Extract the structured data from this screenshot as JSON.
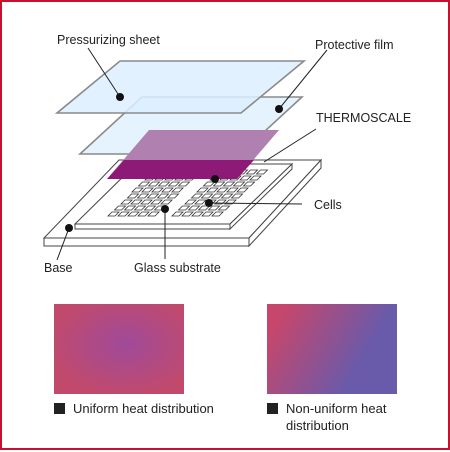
{
  "labels": {
    "pressurizing_sheet": "Pressurizing sheet",
    "protective_film": "Protective film",
    "thermoscale": "THERMOSCALE",
    "cells": "Cells",
    "base": "Base",
    "glass_substrate": "Glass substrate"
  },
  "legend": {
    "uniform": "Uniform heat distribution",
    "nonuniform_line1": "Non-uniform heat",
    "nonuniform_line2": "distribution"
  },
  "colors": {
    "frame": "#c8102e",
    "film": "#dcefff",
    "film_edge": "#8a8a8a",
    "thermoscale_front": "#8e1a78",
    "thermoscale_back": "#b080b0",
    "uniform_center": "#a04a9a",
    "uniform_edge": "#c14a6c",
    "nonuniform_start": "#c7466b",
    "nonuniform_end": "#6a5aaa"
  }
}
